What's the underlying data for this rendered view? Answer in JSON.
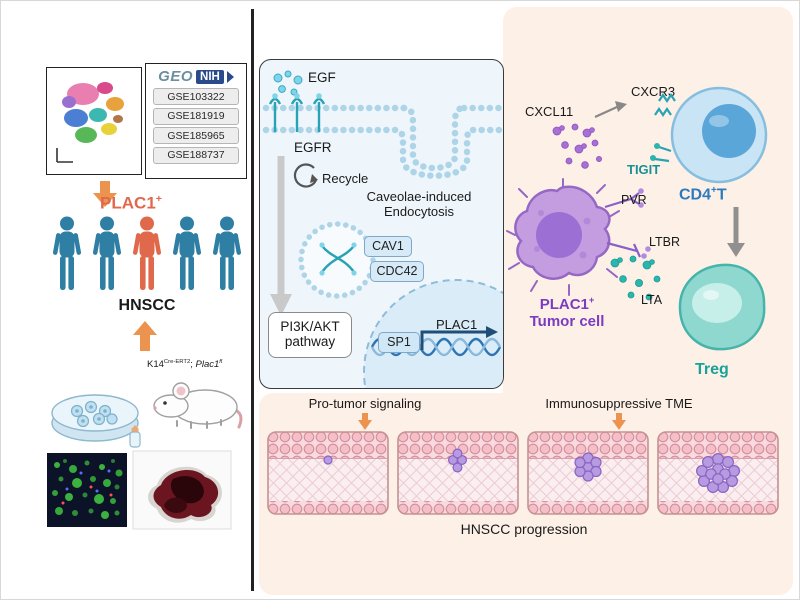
{
  "colors": {
    "accent_orange": "#ED9350",
    "coral_plac1": "#E0694C",
    "person_blue": "#2F7EA3",
    "cd4_blue": "#2B7BBF",
    "tumor_purple": "#7A3CC0",
    "treg_teal": "#17A398",
    "pathway_panel_bg": "#EEF6FC",
    "peach_bg": "#FDF0E7"
  },
  "left": {
    "geo_label": "GEO",
    "nih_label": "NIH",
    "gse_list": [
      "GSE103322",
      "GSE181919",
      "GSE185965",
      "GSE188737"
    ],
    "plac1_base": "PLAC1",
    "plac1_sup": "+",
    "cohort_label": "HNSCC",
    "mouse_base": "K14",
    "mouse_sup1": "Cre-ERT2",
    "mouse_sep": "; ",
    "mouse_gene": "Plac1",
    "mouse_sup2": "fl"
  },
  "pathway": {
    "egf": "EGF",
    "egfr": "EGFR",
    "recycle": "Recycle",
    "caveolae_line1": "Caveolae-induced",
    "caveolae_line2": "Endocytosis",
    "cav1": "CAV1",
    "cdc42": "CDC42",
    "pi3k_line1": "PI3K/AKT",
    "pi3k_line2": "pathway",
    "sp1": "SP1",
    "plac1": "PLAC1"
  },
  "immune": {
    "cxcl11": "CXCL11",
    "cxcr3": "CXCR3",
    "tigit": "TIGIT",
    "cd4_base": "CD4",
    "cd4_sup": "+",
    "cd4_end": "T",
    "pvr": "PVR",
    "ltbr": "LTBR",
    "lta": "LTA",
    "tumor_base": "PLAC1",
    "tumor_sup": "+",
    "tumor_line2": "Tumor cell",
    "treg": "Treg"
  },
  "progression": {
    "pro_tumor_label": "Pro-tumor signaling",
    "tme_label": "Immunosuppressive TME",
    "caption": "HNSCC progression"
  }
}
